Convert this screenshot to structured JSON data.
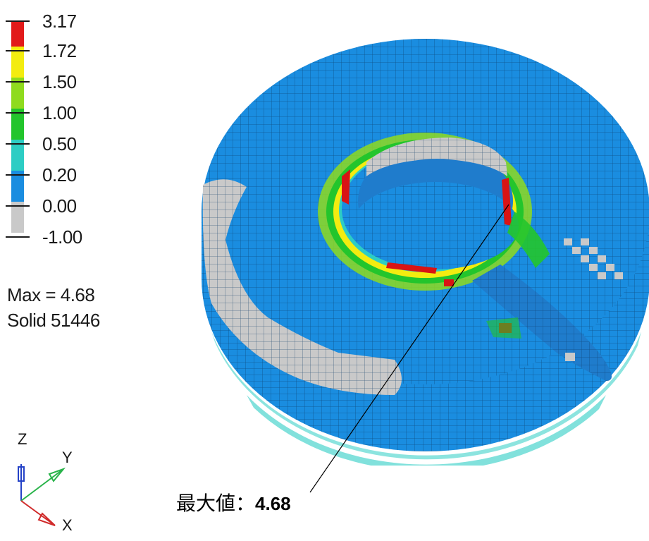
{
  "legend": {
    "levels": [
      {
        "label": "3.17",
        "color": "#e21a1a"
      },
      {
        "label": "1.72",
        "color": "#f3ec10"
      },
      {
        "label": "1.50",
        "color": "#8fdb1e"
      },
      {
        "label": "1.00",
        "color": "#23c52c"
      },
      {
        "label": "0.50",
        "color": "#2dcdc4"
      },
      {
        "label": "0.20",
        "color": "#1a8de0"
      },
      {
        "label": "0.00",
        "color": "#c9c9c9"
      },
      {
        "label": "-1.00",
        "color": ""
      }
    ]
  },
  "info": {
    "max_line": "Max = 4.68",
    "solid_line": "Solid 51446"
  },
  "triad": {
    "z": "Z",
    "y": "Y",
    "x": "X"
  },
  "annotation": {
    "prefix": "最大値：",
    "value": "4.68"
  },
  "colors": {
    "mesh_blue": "#1a8de0",
    "mesh_grey": "#c9c9c9",
    "mesh_red": "#d91414",
    "mesh_green": "#23c52c",
    "mesh_yellow": "#f3ec10",
    "mesh_cyan": "#2dcdc4",
    "grid_line": "#0d3a66"
  }
}
